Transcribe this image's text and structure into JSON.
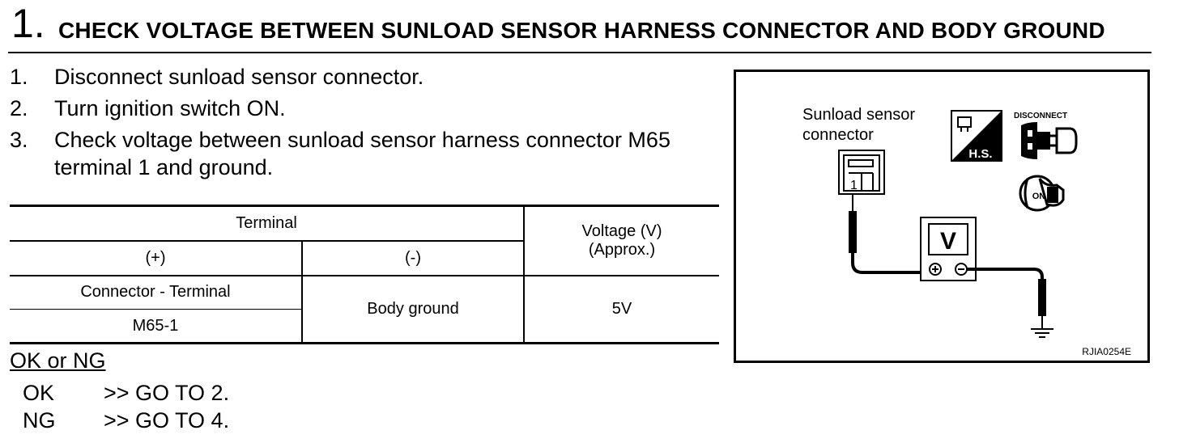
{
  "header": {
    "step_number": "1.",
    "title": "CHECK VOLTAGE BETWEEN SUNLOAD SENSOR HARNESS CONNECTOR AND BODY GROUND"
  },
  "steps": [
    {
      "num": "1.",
      "text": "Disconnect sunload sensor connector."
    },
    {
      "num": "2.",
      "text": "Turn ignition switch ON."
    },
    {
      "num": "3.",
      "text": "Check voltage between sunload sensor harness connector M65 terminal 1 and ground."
    }
  ],
  "table": {
    "terminal_header": "Terminal",
    "voltage_header_line1": "Voltage (V)",
    "voltage_header_line2": "(Approx.)",
    "plus_header": "(+)",
    "minus_header": "(-)",
    "connector_terminal_header": "Connector - Terminal",
    "plus_value": "M65-1",
    "minus_value": "Body ground",
    "voltage_value": "5V"
  },
  "verdict": {
    "title": "OK or NG",
    "ok_label": "OK",
    "ok_action": ">> GO TO 2.",
    "ng_label": "NG",
    "ng_action": ">> GO TO 4."
  },
  "figure": {
    "connector_label_line1": "Sunload sensor",
    "connector_label_line2": "connector",
    "terminal_number": "1",
    "hs_label": "H.S.",
    "disconnect_label": "DISCONNECT",
    "ignition_label": "ON",
    "voltmeter_label": "V",
    "figure_code": "RJIA0254E"
  }
}
